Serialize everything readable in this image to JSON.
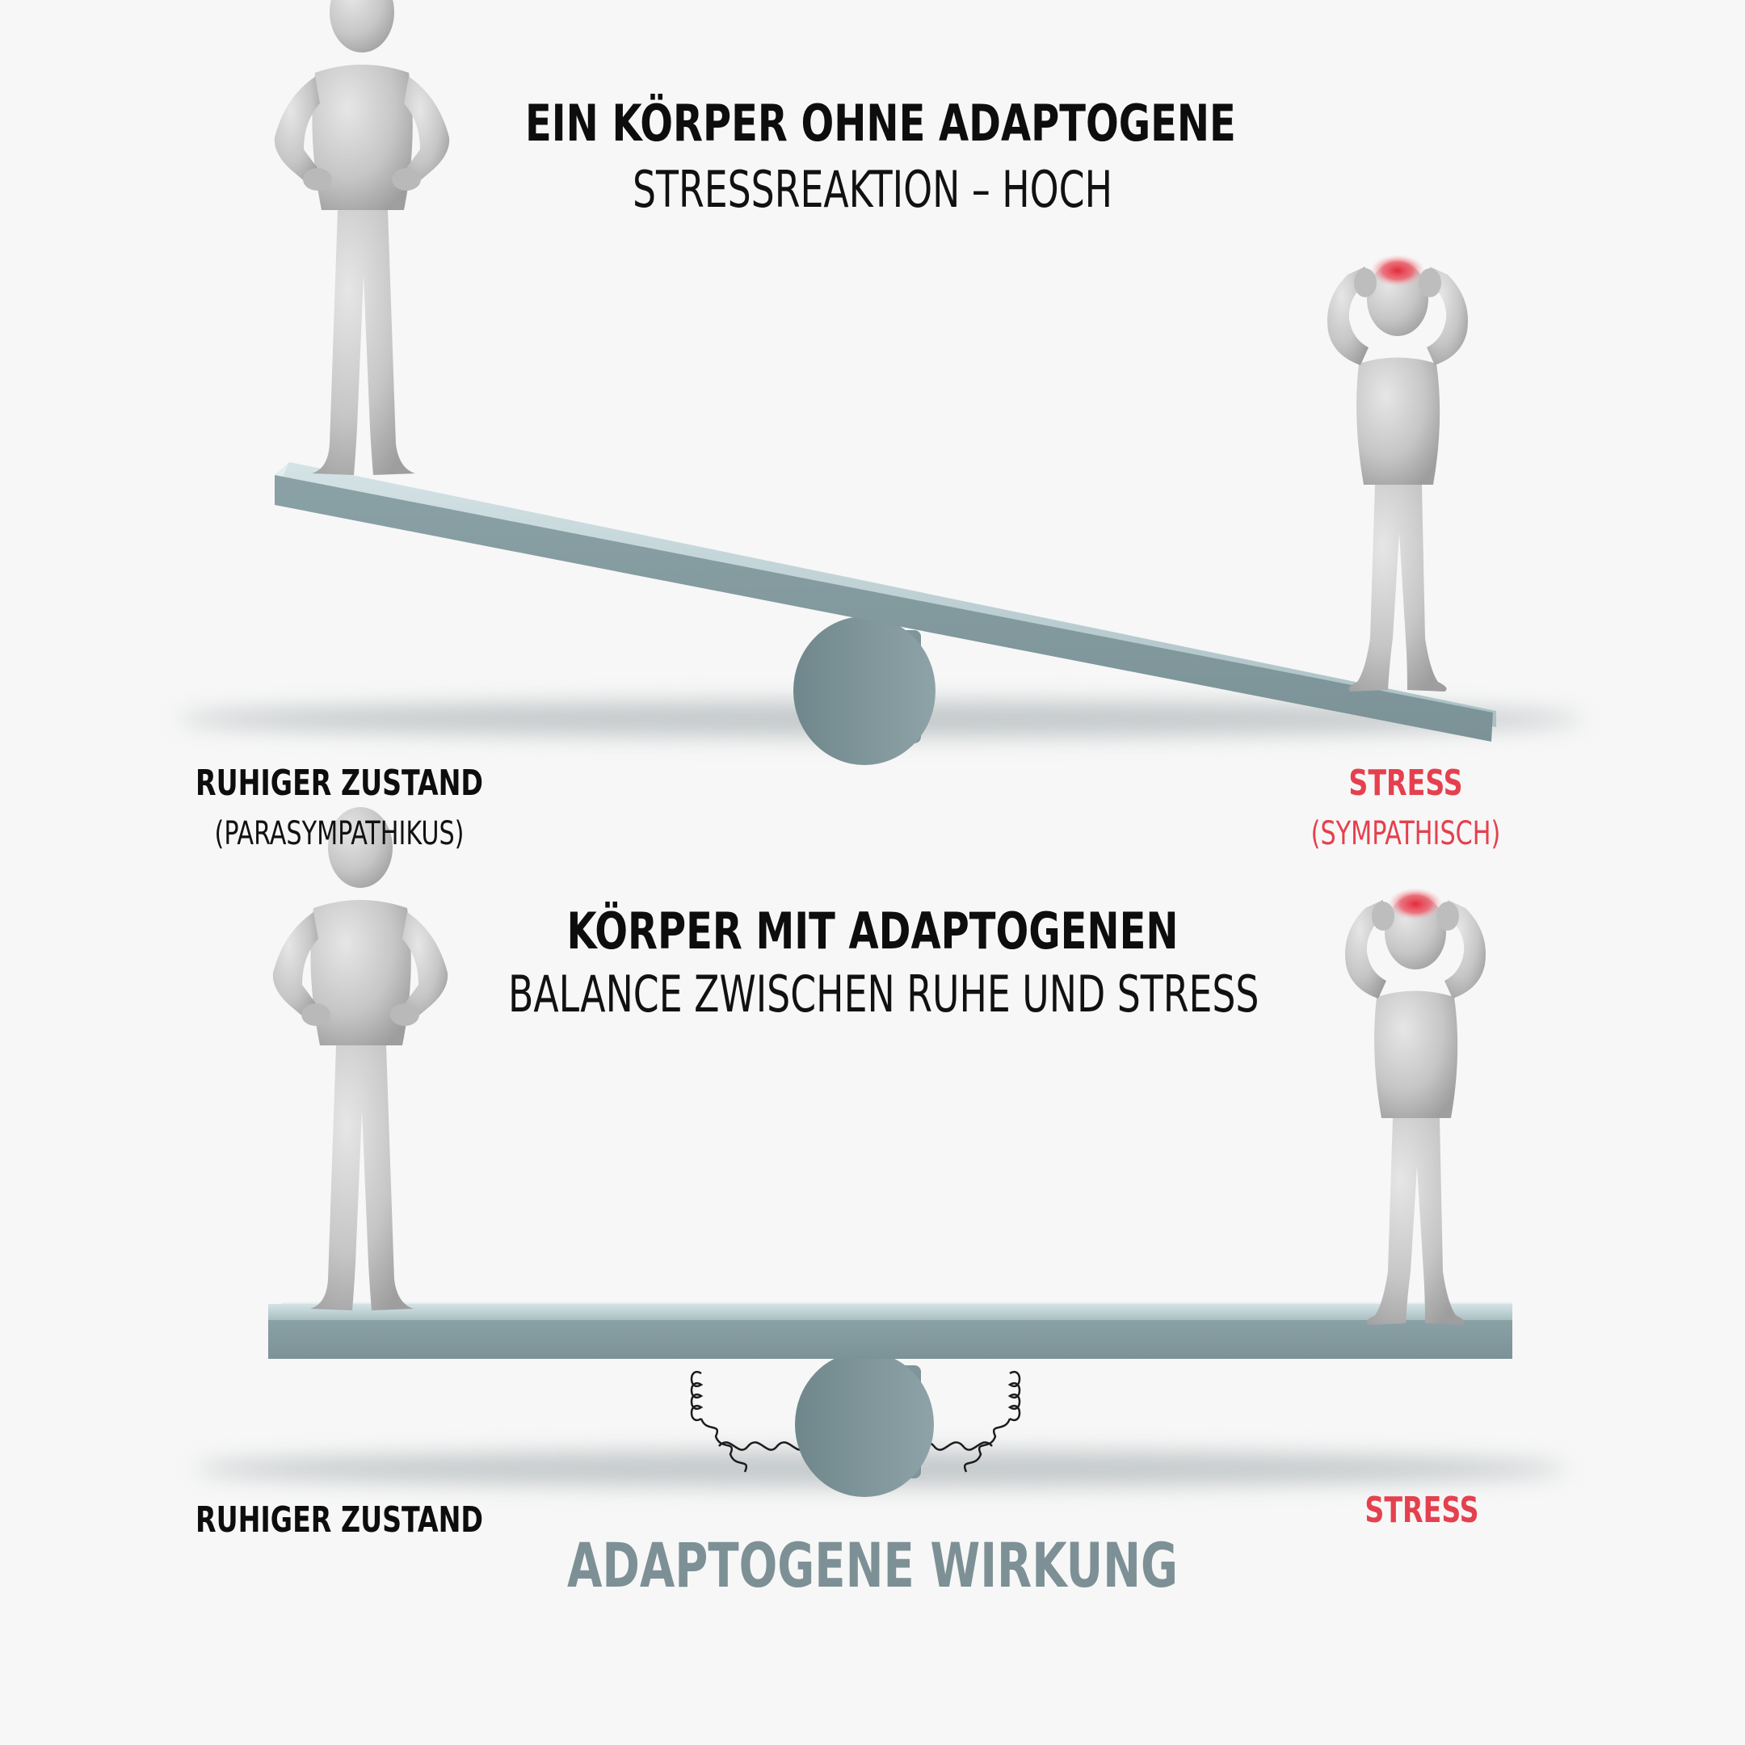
{
  "top_panel": {
    "title": "EIN KÖRPER OHNE ADAPTOGENE",
    "subtitle": "STRESSREAKTION – HOCH",
    "left_label": "RUHIGER ZUSTAND",
    "left_sublabel": "(PARASYMPATHIKUS)",
    "right_label": "STRESS",
    "right_sublabel": "(SYMPATHISCH)"
  },
  "bottom_panel": {
    "title": "KÖRPER MIT ADAPTOGENEN",
    "subtitle": "BALANCE ZWISCHEN RUHE UND STRESS",
    "left_label": "RUHIGER ZUSTAND",
    "right_label": "STRESS",
    "footer": "ADAPTOGENE WIRKUNG"
  },
  "colors": {
    "board": "#8aa1a6",
    "board_top": "#c9dadd",
    "stress_red": "#e5404e",
    "figure": "#c9c9c9",
    "footer": "#7d9096"
  },
  "icons": [
    "calm-figure",
    "stressed-figure",
    "seesaw",
    "spring-coil"
  ]
}
